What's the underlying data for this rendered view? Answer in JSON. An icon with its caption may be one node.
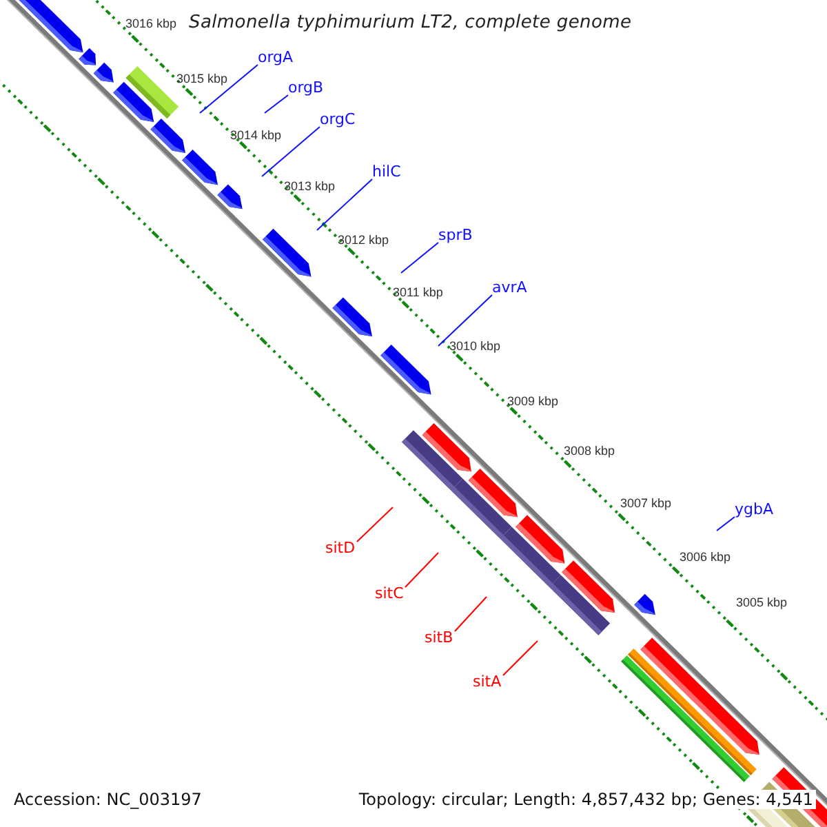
{
  "diagram": {
    "title": "Salmonella typhimurium LT2, complete genome",
    "nodes": [
      {
        "text": [
          "orgA"
        ]
      },
      {
        "text": [
          "orgB"
        ]
      },
      {
        "text": [
          "orgC"
        ]
      },
      {
        "text": [
          "hilC"
        ]
      },
      {
        "text": [
          "sprB"
        ]
      },
      {
        "text": [
          "avrA"
        ]
      },
      {
        "text": [
          "ygbA"
        ]
      },
      {
        "text": [
          "sitD"
        ]
      },
      {
        "text": [
          "sitC"
        ]
      },
      {
        "text": [
          "sitB"
        ]
      },
      {
        "text": [
          "sitA"
        ]
      }
    ],
    "edges": [
      {
        "from": 0,
        "to": null,
        "arrow": "none"
      },
      {
        "from": 1,
        "to": null,
        "arrow": "none"
      },
      {
        "from": 2,
        "to": null,
        "arrow": "none"
      },
      {
        "from": 3,
        "to": null,
        "arrow": "none"
      },
      {
        "from": 4,
        "to": null,
        "arrow": "none"
      },
      {
        "from": 5,
        "to": null,
        "arrow": "none"
      },
      {
        "from": 6,
        "to": null,
        "arrow": "none"
      },
      {
        "from": 7,
        "to": null,
        "arrow": "none",
        "color": "#ff0000"
      },
      {
        "from": 8,
        "to": null,
        "arrow": "none",
        "color": "#ff0000"
      },
      {
        "from": 9,
        "to": null,
        "arrow": "none",
        "color": "#ff0000"
      },
      {
        "from": 10,
        "to": null,
        "arrow": "none",
        "color": "#ff0000"
      }
    ],
    "labels": [
      "3016 kbp",
      "3015 kbp",
      "3014 kbp",
      "3013 kbp",
      "3012 kbp",
      "3011 kbp",
      "3010 kbp",
      "3009 kbp",
      "3008 kbp",
      "3007 kbp",
      "3006 kbp",
      "3005 kbp",
      "Accession: NC_003197",
      "Topology: circular; Length: 4,857,432 bp; Genes: 4,541"
    ]
  }
}
